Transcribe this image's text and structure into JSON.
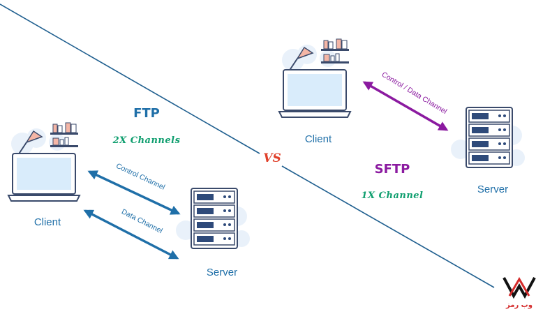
{
  "colors": {
    "ftp_accent": "#1f6fa8",
    "sftp_accent": "#8b1aa0",
    "channel_green": "#0e9e6e",
    "vs_red": "#e0402a",
    "divider": "#1f5f8f",
    "server_dark": "#2e4a7a",
    "outline": "#3a4a6b"
  },
  "ftp": {
    "title": "FTP",
    "subtitle": "2X Channels",
    "client_label": "Client",
    "server_label": "Server",
    "control_channel": "Control Channel",
    "data_channel": "Data Channel"
  },
  "sftp": {
    "title": "SFTP",
    "subtitle": "1X Channel",
    "client_label": "Client",
    "server_label": "Server",
    "channel_label": "Control / Data Channel"
  },
  "vs_label": "VS",
  "logo": {
    "text": "وب رمز"
  },
  "icons": {
    "ftp_client": "laptop-desk-icon",
    "ftp_server": "server-rack-icon",
    "sftp_client": "laptop-desk-icon",
    "sftp_server": "server-rack-icon",
    "logo": "webramz-logo-icon"
  }
}
